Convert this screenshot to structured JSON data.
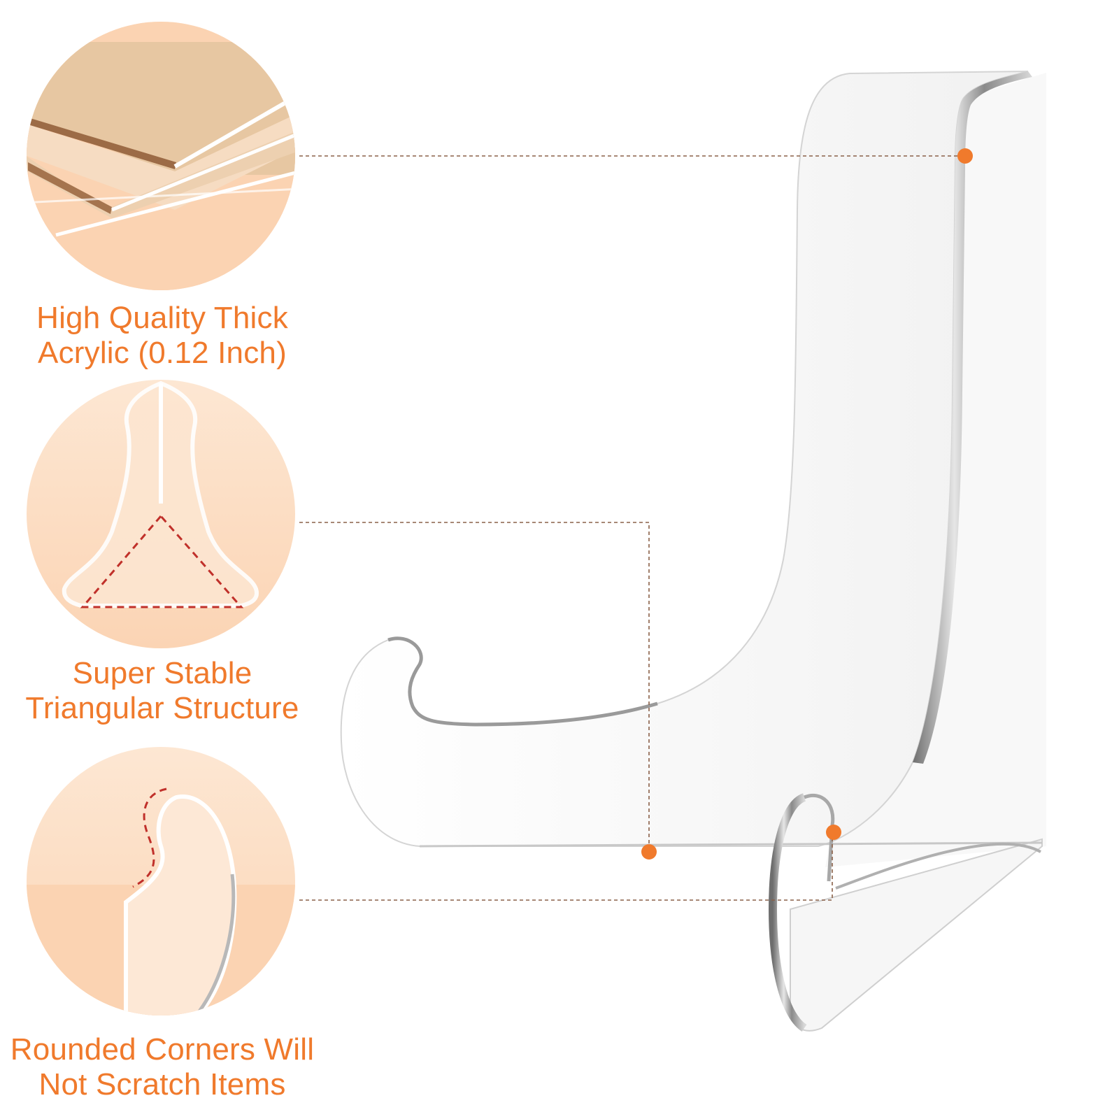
{
  "features": [
    {
      "id": "thick-acrylic",
      "lines": [
        "High Quality Thick",
        "Acrylic (0.12 Inch)"
      ]
    },
    {
      "id": "triangular-structure",
      "lines": [
        "Super Stable",
        "Triangular Structure"
      ]
    },
    {
      "id": "rounded-corners",
      "lines": [
        "Rounded Corners Will",
        "Not Scratch Items"
      ]
    }
  ],
  "colors": {
    "accent": "#f07a2c",
    "callout_line": "#8a6048",
    "circle_peach": "#fbd9bd",
    "circle_tan": "#e5c8a6",
    "triangle_dash": "#c0302a",
    "acrylic_edge": "#9a9a9a"
  }
}
